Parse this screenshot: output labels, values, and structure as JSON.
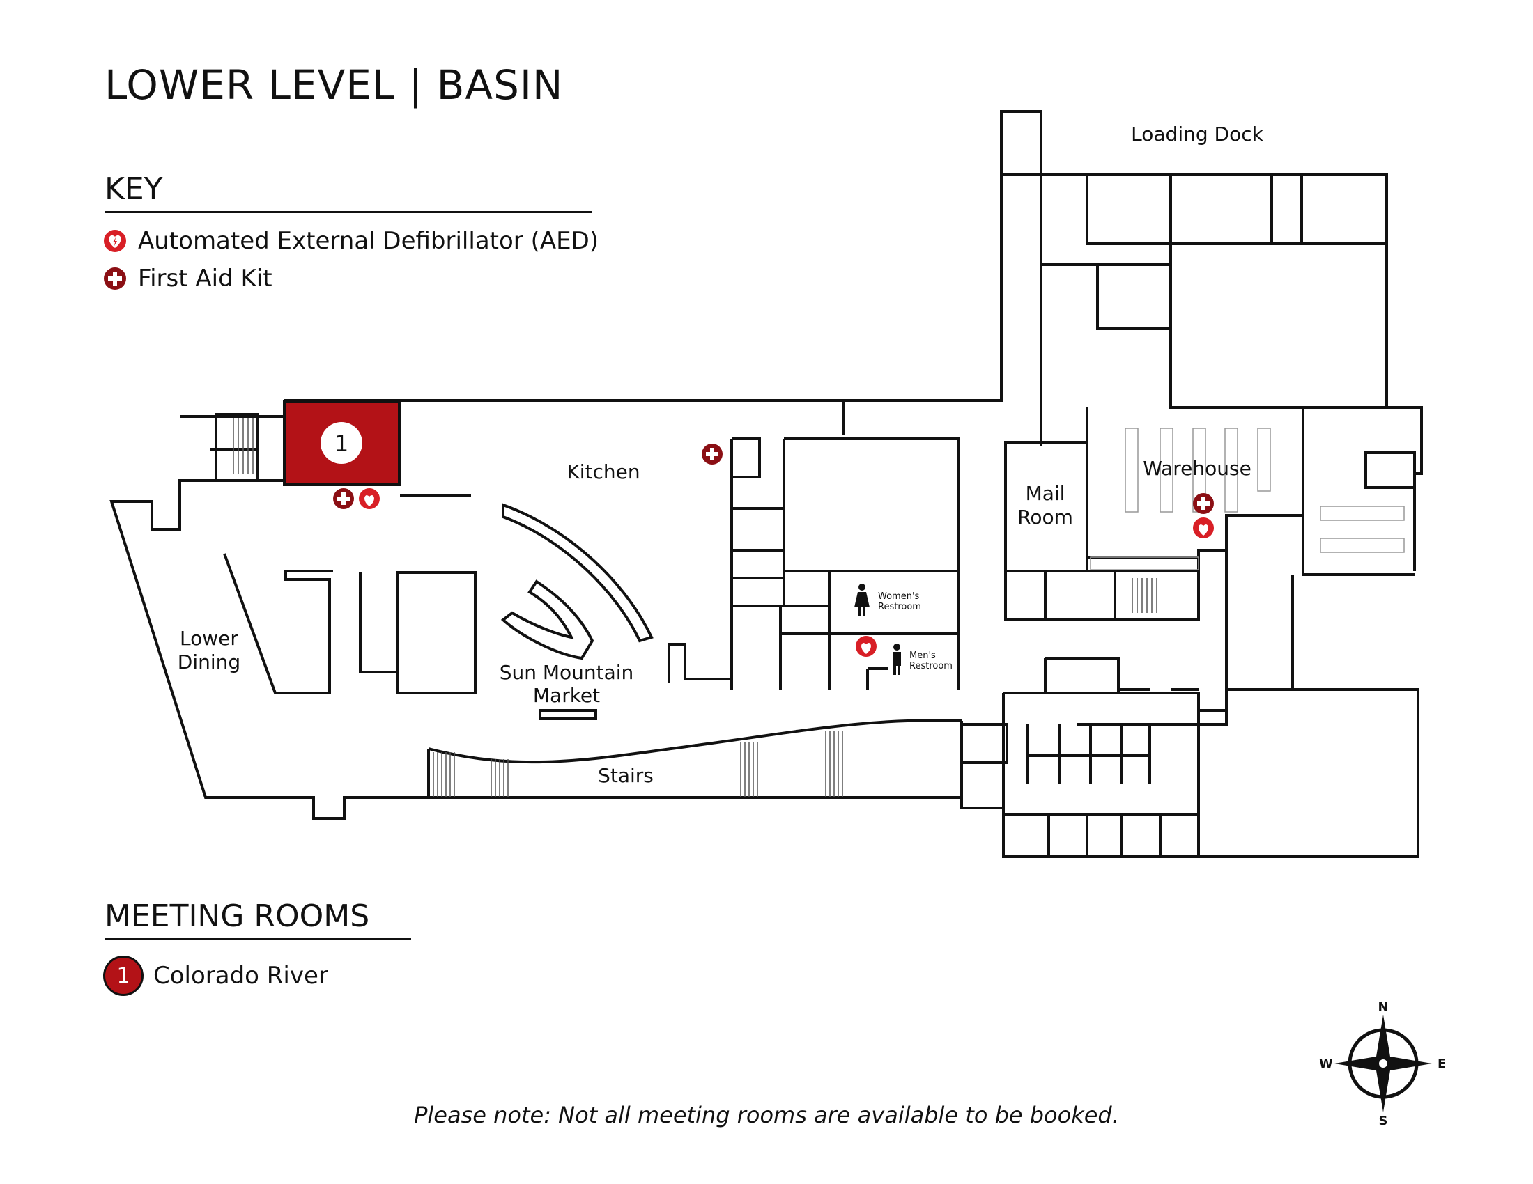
{
  "title": "LOWER LEVEL | BASIN",
  "key": {
    "heading": "KEY",
    "items": [
      {
        "icon": "aed-icon",
        "label": "Automated External Defibrillator (AED)"
      },
      {
        "icon": "first-aid-icon",
        "label": "First Aid Kit"
      }
    ]
  },
  "meeting_rooms": {
    "heading": "MEETING ROOMS",
    "items": [
      {
        "number": "1",
        "name": "Colorado River"
      }
    ]
  },
  "map_labels": {
    "loading_dock": "Loading Dock",
    "kitchen": "Kitchen",
    "mail": "Mail",
    "room": "Room",
    "warehouse": "Warehouse",
    "lower": "Lower",
    "dining": "Dining",
    "sun_mountain": "Sun Mountain",
    "market": "Market",
    "stairs": "Stairs",
    "womens": "Women's",
    "womens_2": "Restroom",
    "mens": "Men's",
    "mens_2": "Restroom",
    "room_number": "1"
  },
  "compass": {
    "n": "N",
    "s": "S",
    "e": "E",
    "w": "W"
  },
  "note": "Please note: Not all meeting rooms are available to be booked.",
  "colors": {
    "accent": "#b31217",
    "line": "#111111"
  }
}
